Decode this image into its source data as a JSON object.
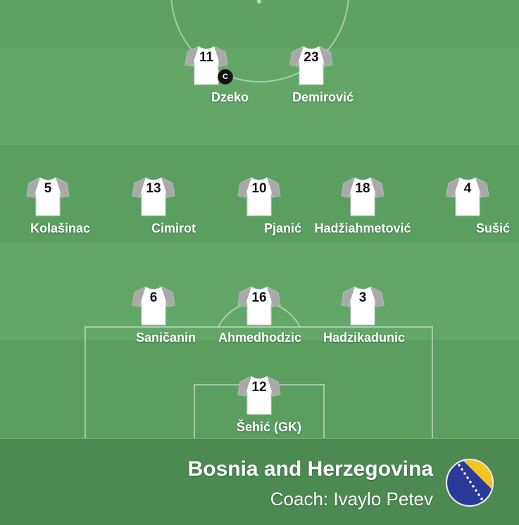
{
  "colors": {
    "pitch_light": "#60a566",
    "pitch_dark": "#559a5b",
    "shirt": "#ffffff",
    "sleeve": "#a9a9a9",
    "footer": "#4c8a52",
    "flag_blue": "#2a3a98",
    "flag_yellow": "#f2c61b"
  },
  "captain_badge": "C",
  "players": [
    {
      "number": "11",
      "name": "Dzeko",
      "captain": true
    },
    {
      "number": "23",
      "name": "Demirović"
    },
    {
      "number": "5",
      "name": "Kolašinac"
    },
    {
      "number": "13",
      "name": "Cimirot"
    },
    {
      "number": "10",
      "name": "Pjanić"
    },
    {
      "number": "18",
      "name": "Hadžiahmetović"
    },
    {
      "number": "4",
      "name": "Sušić"
    },
    {
      "number": "6",
      "name": "Saničanin"
    },
    {
      "number": "16",
      "name": "Ahmedhodzic"
    },
    {
      "number": "3",
      "name": "Hadzikadunic"
    },
    {
      "number": "12",
      "name": "Šehić (GK)"
    }
  ],
  "team": {
    "name": "Bosnia and Herzegovina",
    "coach": "Coach: Ivaylo Petev",
    "flag_icon": "bosnia-flag-icon"
  }
}
